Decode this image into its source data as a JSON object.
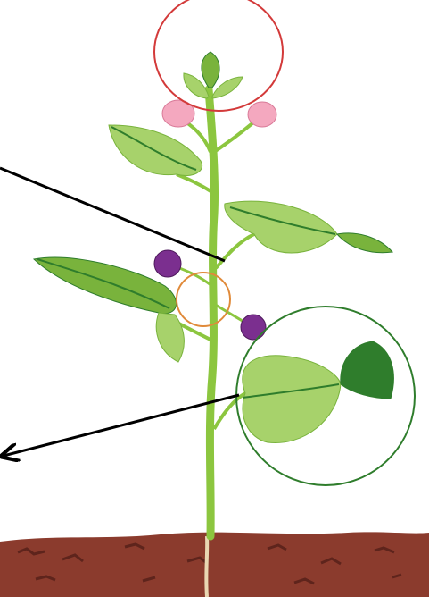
{
  "diagram": {
    "subject": "plant",
    "colors": {
      "background": "#ffffff",
      "stem": "#8cc63f",
      "leaf_light": "#a7d26b",
      "leaf_mid": "#79b33c",
      "leaf_dark": "#2f7d2c",
      "bud_pink": "#f4a8bf",
      "berry_purple": "#7b2f8f",
      "soil": "#8b3b2d",
      "soil_dark": "#5e241c",
      "root": "#e9d7b3",
      "circle_top": "#d33a3a",
      "circle_middle": "#e08a3a",
      "circle_right": "#2f7d2c",
      "pointer_line": "#000000"
    },
    "highlights": [
      {
        "name": "top-bud",
        "color_key": "circle_top"
      },
      {
        "name": "stem-node",
        "color_key": "circle_middle"
      },
      {
        "name": "leaf-pair",
        "color_key": "circle_right"
      }
    ],
    "pointers": [
      {
        "name": "stem-pointer",
        "arrowhead": false
      },
      {
        "name": "leaf-pointer",
        "arrowhead": true
      }
    ]
  }
}
